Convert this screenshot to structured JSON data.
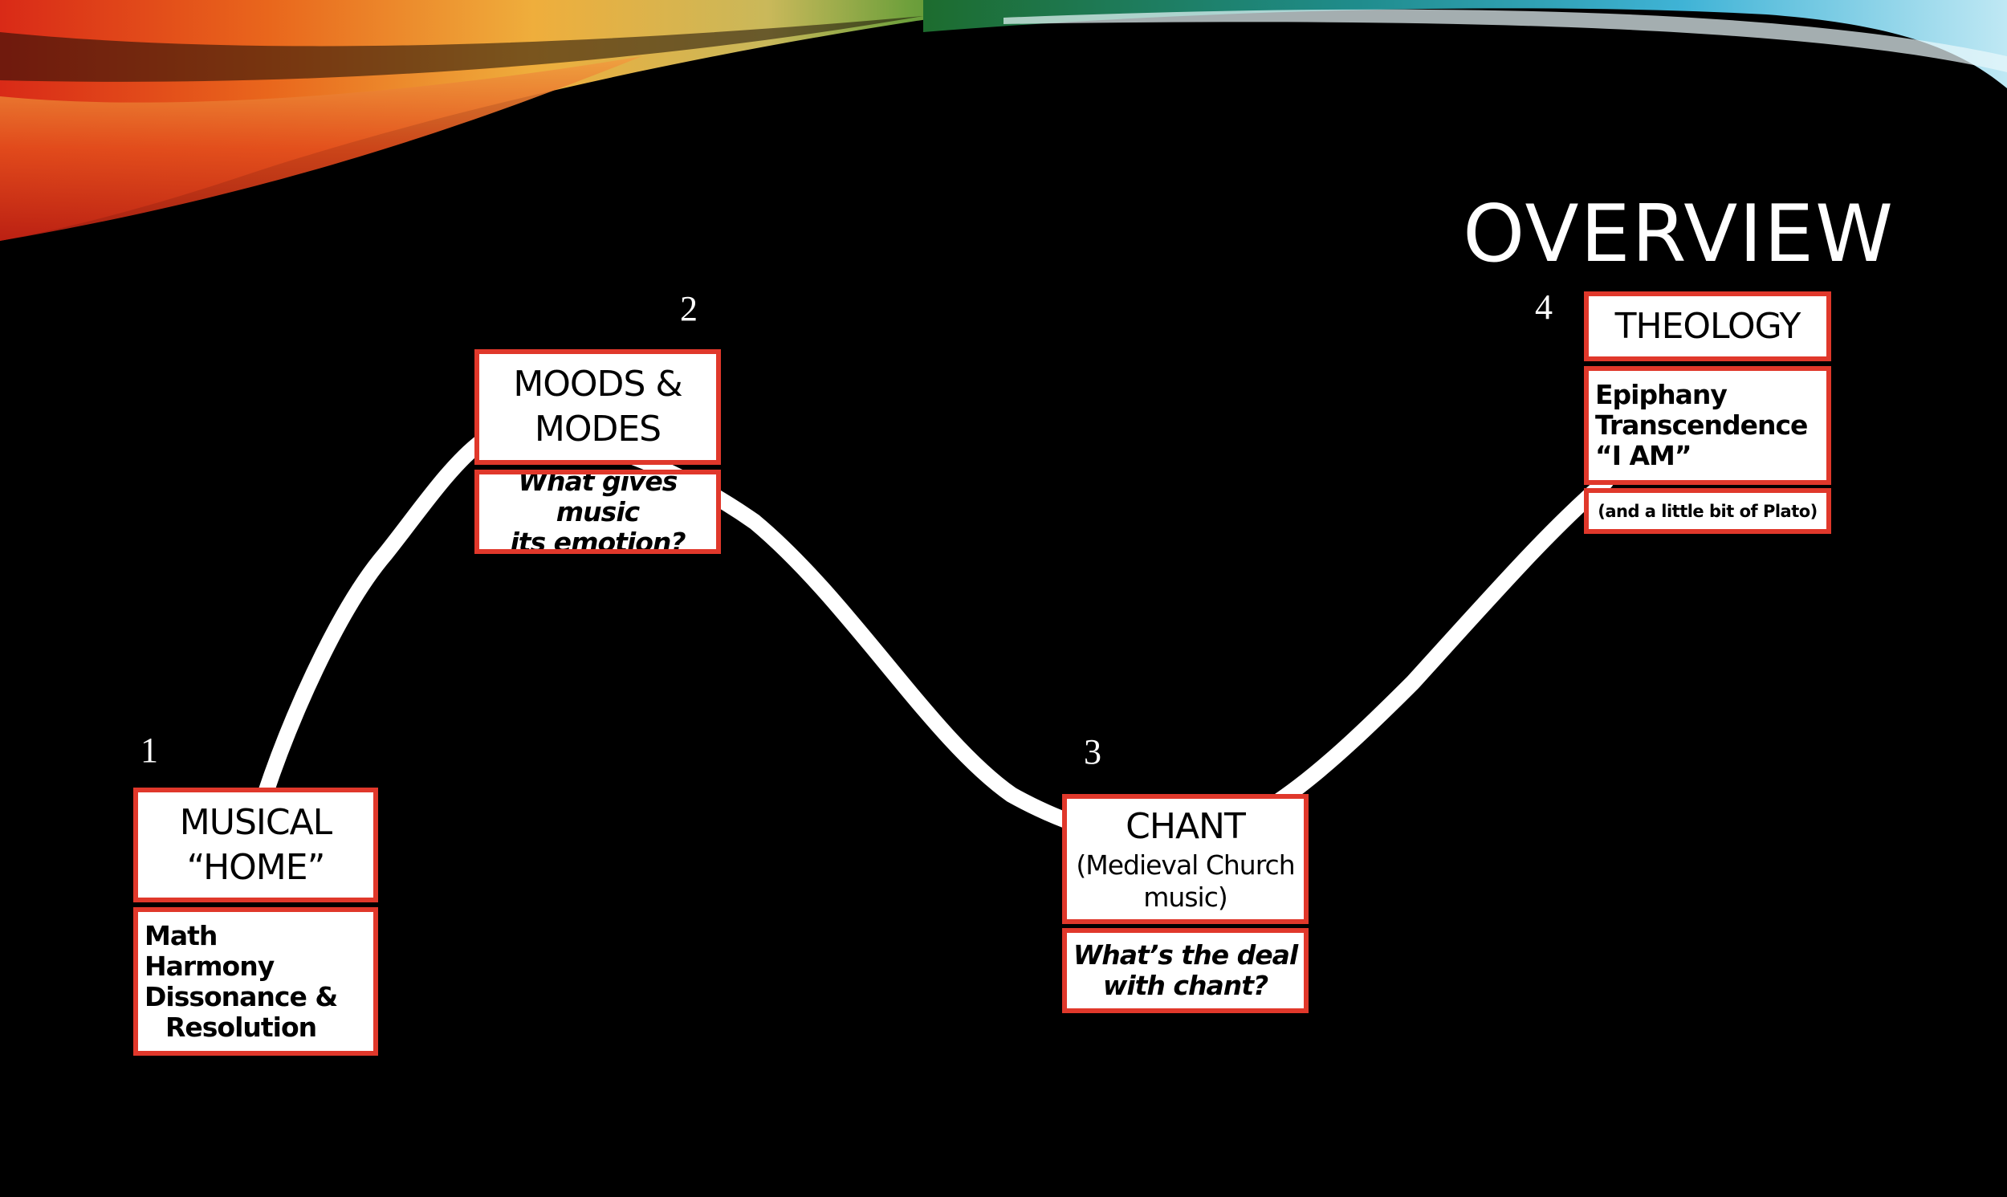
{
  "slide": {
    "title": "OVERVIEW"
  },
  "steps": [
    {
      "number": "1",
      "heading": [
        "MUSICAL",
        "“HOME”"
      ],
      "details": [
        "Math",
        "Harmony",
        "Dissonance &",
        "Resolution"
      ]
    },
    {
      "number": "2",
      "heading": [
        "MOODS &",
        "MODES"
      ],
      "question": [
        "What gives music",
        "its emotion?"
      ]
    },
    {
      "number": "3",
      "heading": [
        "CHANT"
      ],
      "subheading": [
        "(Medieval Church",
        "music)"
      ],
      "question": [
        "What’s the deal",
        "with chant?"
      ]
    },
    {
      "number": "4",
      "heading": [
        "THEOLOGY"
      ],
      "details": [
        "Epiphany",
        "Transcendence",
        "“I AM”"
      ],
      "note": "(and a little bit of Plato)"
    }
  ],
  "colors": {
    "background": "#000000",
    "box_border": "#e0382b",
    "box_fill": "#ffffff",
    "curve": "#ffffff",
    "text_on_dark": "#ffffff"
  }
}
